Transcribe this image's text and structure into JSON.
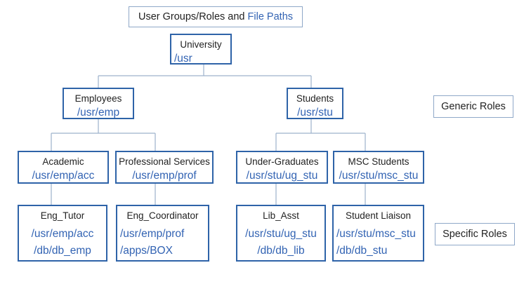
{
  "title": {
    "text": "User Groups/Roles and ",
    "highlight": "File Paths"
  },
  "labels": {
    "generic": "Generic Roles",
    "specific": "Specific Roles"
  },
  "nodes": {
    "university": {
      "name": "University",
      "paths": [
        "/usr"
      ]
    },
    "employees": {
      "name": "Employees",
      "paths": [
        "/usr/emp"
      ]
    },
    "students": {
      "name": "Students",
      "paths": [
        "/usr/stu"
      ]
    },
    "academic": {
      "name": "Academic",
      "paths": [
        "/usr/emp/acc"
      ]
    },
    "professional": {
      "name": "Professional Services",
      "paths": [
        "/usr/emp/prof"
      ]
    },
    "undergrad": {
      "name": "Under-Graduates",
      "paths": [
        "/usr/stu/ug_stu"
      ]
    },
    "msc": {
      "name": "MSC Students",
      "paths": [
        "/usr/stu/msc_stu"
      ]
    },
    "eng_tutor": {
      "name": "Eng_Tutor",
      "paths": [
        "/usr/emp/acc",
        "/db/db_emp"
      ]
    },
    "eng_coord": {
      "name": "Eng_Coordinator",
      "paths": [
        "/usr/emp/prof",
        "/apps/BOX"
      ]
    },
    "lib_asst": {
      "name": "Lib_Asst",
      "paths": [
        "/usr/stu/ug_stu",
        "/db/db_lib"
      ]
    },
    "liaison": {
      "name": "Student Liaison",
      "paths": [
        "/usr/stu/msc_stu",
        "/db/db_stu"
      ]
    }
  },
  "colors": {
    "border": "#2e63a8",
    "path_text": "#3263b3",
    "connector": "#9db2cc"
  }
}
